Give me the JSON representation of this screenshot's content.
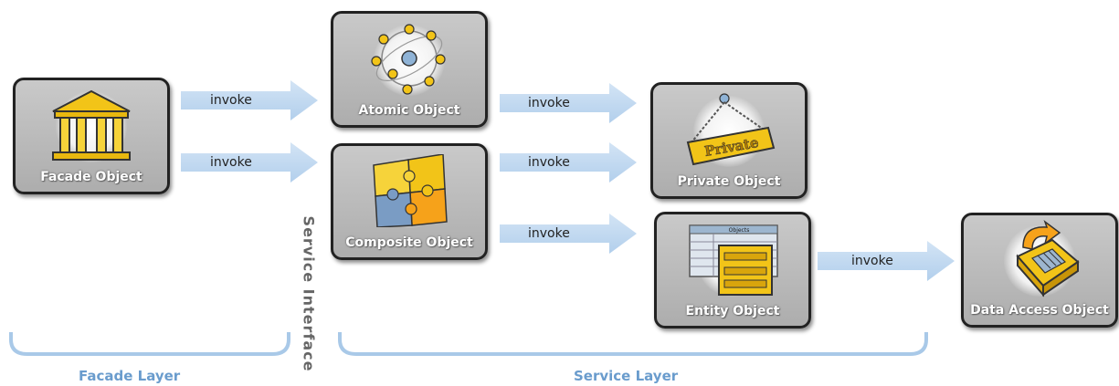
{
  "objects": {
    "facade": {
      "label": "Facade Object"
    },
    "atomic": {
      "label": "Atomic Object"
    },
    "composite": {
      "label": "Composite Object"
    },
    "private": {
      "label": "Private Object",
      "sign_text": "Private"
    },
    "entity": {
      "label": "Entity Object",
      "header_text": "Objects"
    },
    "dao": {
      "label": "Data Access Object"
    }
  },
  "arrows": [
    {
      "label": "invoke"
    },
    {
      "label": "invoke"
    },
    {
      "label": "invoke"
    },
    {
      "label": "invoke"
    },
    {
      "label": "invoke"
    },
    {
      "label": "invoke"
    }
  ],
  "layers": {
    "facade_layer": "Facade Layer",
    "service_layer": "Service Layer",
    "service_interface": "Service Interface"
  },
  "colors": {
    "arrow": "#bcd6ef",
    "layer_text": "#6a9ccd",
    "icon_gold": "#f2c418"
  }
}
